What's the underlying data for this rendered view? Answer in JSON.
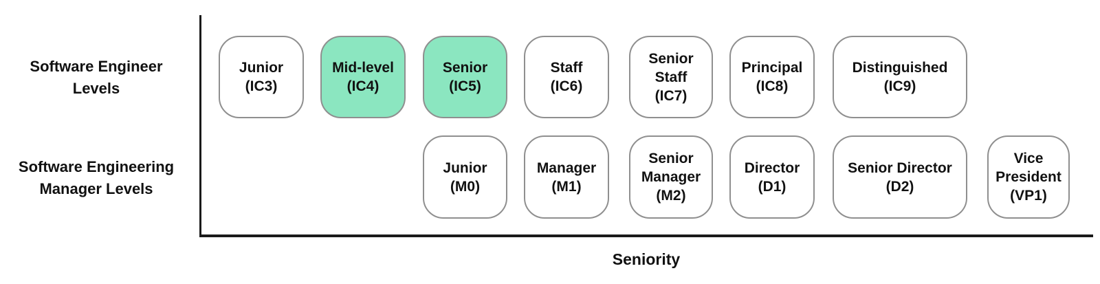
{
  "diagram": {
    "axis": {
      "label": "Seniority"
    },
    "colors": {
      "highlight_fill": "#8be6c0",
      "box_fill": "#ffffff",
      "box_border": "#8f8f8f",
      "axis_line": "#1a1a1a"
    },
    "rows": [
      {
        "label_lines": [
          "Software Engineer",
          "Levels"
        ],
        "boxes": [
          {
            "label": "Junior",
            "code": "(IC3)",
            "column": 1,
            "highlighted": false
          },
          {
            "label": "Mid-level",
            "code": "(IC4)",
            "column": 2,
            "highlighted": true
          },
          {
            "label": "Senior",
            "code": "(IC5)",
            "column": 3,
            "highlighted": true
          },
          {
            "label": "Staff",
            "code": "(IC6)",
            "column": 4,
            "highlighted": false
          },
          {
            "label": "Senior Staff",
            "code": "(IC7)",
            "column": 5,
            "highlighted": false
          },
          {
            "label": "Principal",
            "code": "(IC8)",
            "column": 6,
            "highlighted": false
          },
          {
            "label": "Distinguished",
            "code": "(IC9)",
            "column": 7,
            "highlighted": false
          }
        ]
      },
      {
        "label_lines": [
          "Software Engineering",
          "Manager Levels"
        ],
        "boxes": [
          {
            "label": "Junior",
            "code": "(M0)",
            "column": 3,
            "highlighted": false
          },
          {
            "label": "Manager",
            "code": "(M1)",
            "column": 4,
            "highlighted": false
          },
          {
            "label": "Senior Manager",
            "code": "(M2)",
            "column": 5,
            "highlighted": false
          },
          {
            "label": "Director",
            "code": "(D1)",
            "column": 6,
            "highlighted": false
          },
          {
            "label": "Senior Director",
            "code": "(D2)",
            "column": 7,
            "highlighted": false
          },
          {
            "label": "Vice President",
            "code": "(VP1)",
            "column": 8,
            "highlighted": false
          }
        ]
      }
    ]
  }
}
